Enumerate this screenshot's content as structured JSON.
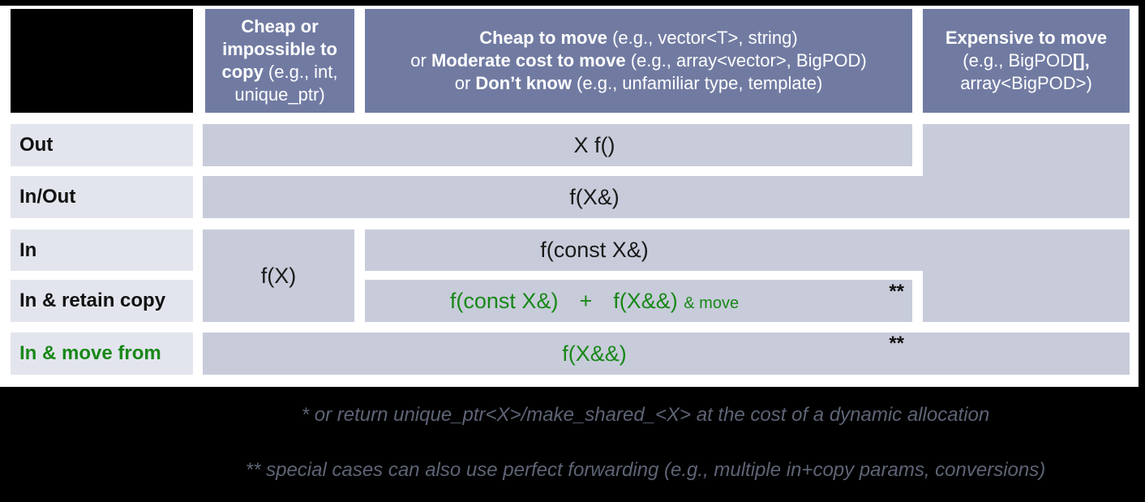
{
  "colors": {
    "header_bg": "#717ba2",
    "cell_bg": "#c8ccda",
    "label_bg": "#e3e5ee",
    "green": "#188818",
    "footnote_text": "#5d6475",
    "frame": "#000000"
  },
  "headers": {
    "col1": {
      "bold": "Cheap or impossible to copy",
      "rest": " (e.g., int, unique_ptr)"
    },
    "col2": {
      "lines": [
        {
          "pre": "",
          "bold": "Cheap to move",
          "rest": " (e.g., vector<T>, string)"
        },
        {
          "pre": "or ",
          "bold": "Moderate cost to move",
          "rest": " (e.g., array<vector>, BigPOD)"
        },
        {
          "pre": "or ",
          "bold": "Don’t know",
          "rest": " (e.g., unfamiliar type, template)"
        }
      ]
    },
    "col3": {
      "line1_bold": "Expensive to move",
      "line2_pre": "(e.g., BigPOD",
      "line2_bold": "[],",
      "line3": "array<BigPOD>)"
    }
  },
  "row_labels": {
    "out": "Out",
    "inout": "In/Out",
    "in": "In",
    "retain": "In & retain copy",
    "movefrom": "In & move from"
  },
  "cells": {
    "out": "X f()",
    "inout": "f(X&)",
    "in_cheap_copy": "f(X)",
    "in_const_ref": "f(const X&)",
    "retain_const_ref": "f(const X&)",
    "retain_plus": "+",
    "retain_rvalue": "f(X&&)",
    "retain_move_note": "& move",
    "movefrom": "f(X&&)",
    "double_star": "**"
  },
  "footnotes": {
    "star": "* or return unique_ptr<X>/make_shared_<X> at the cost of a dynamic allocation",
    "double_star": "** special cases can also use perfect forwarding (e.g., multiple in+copy params, conversions)"
  }
}
